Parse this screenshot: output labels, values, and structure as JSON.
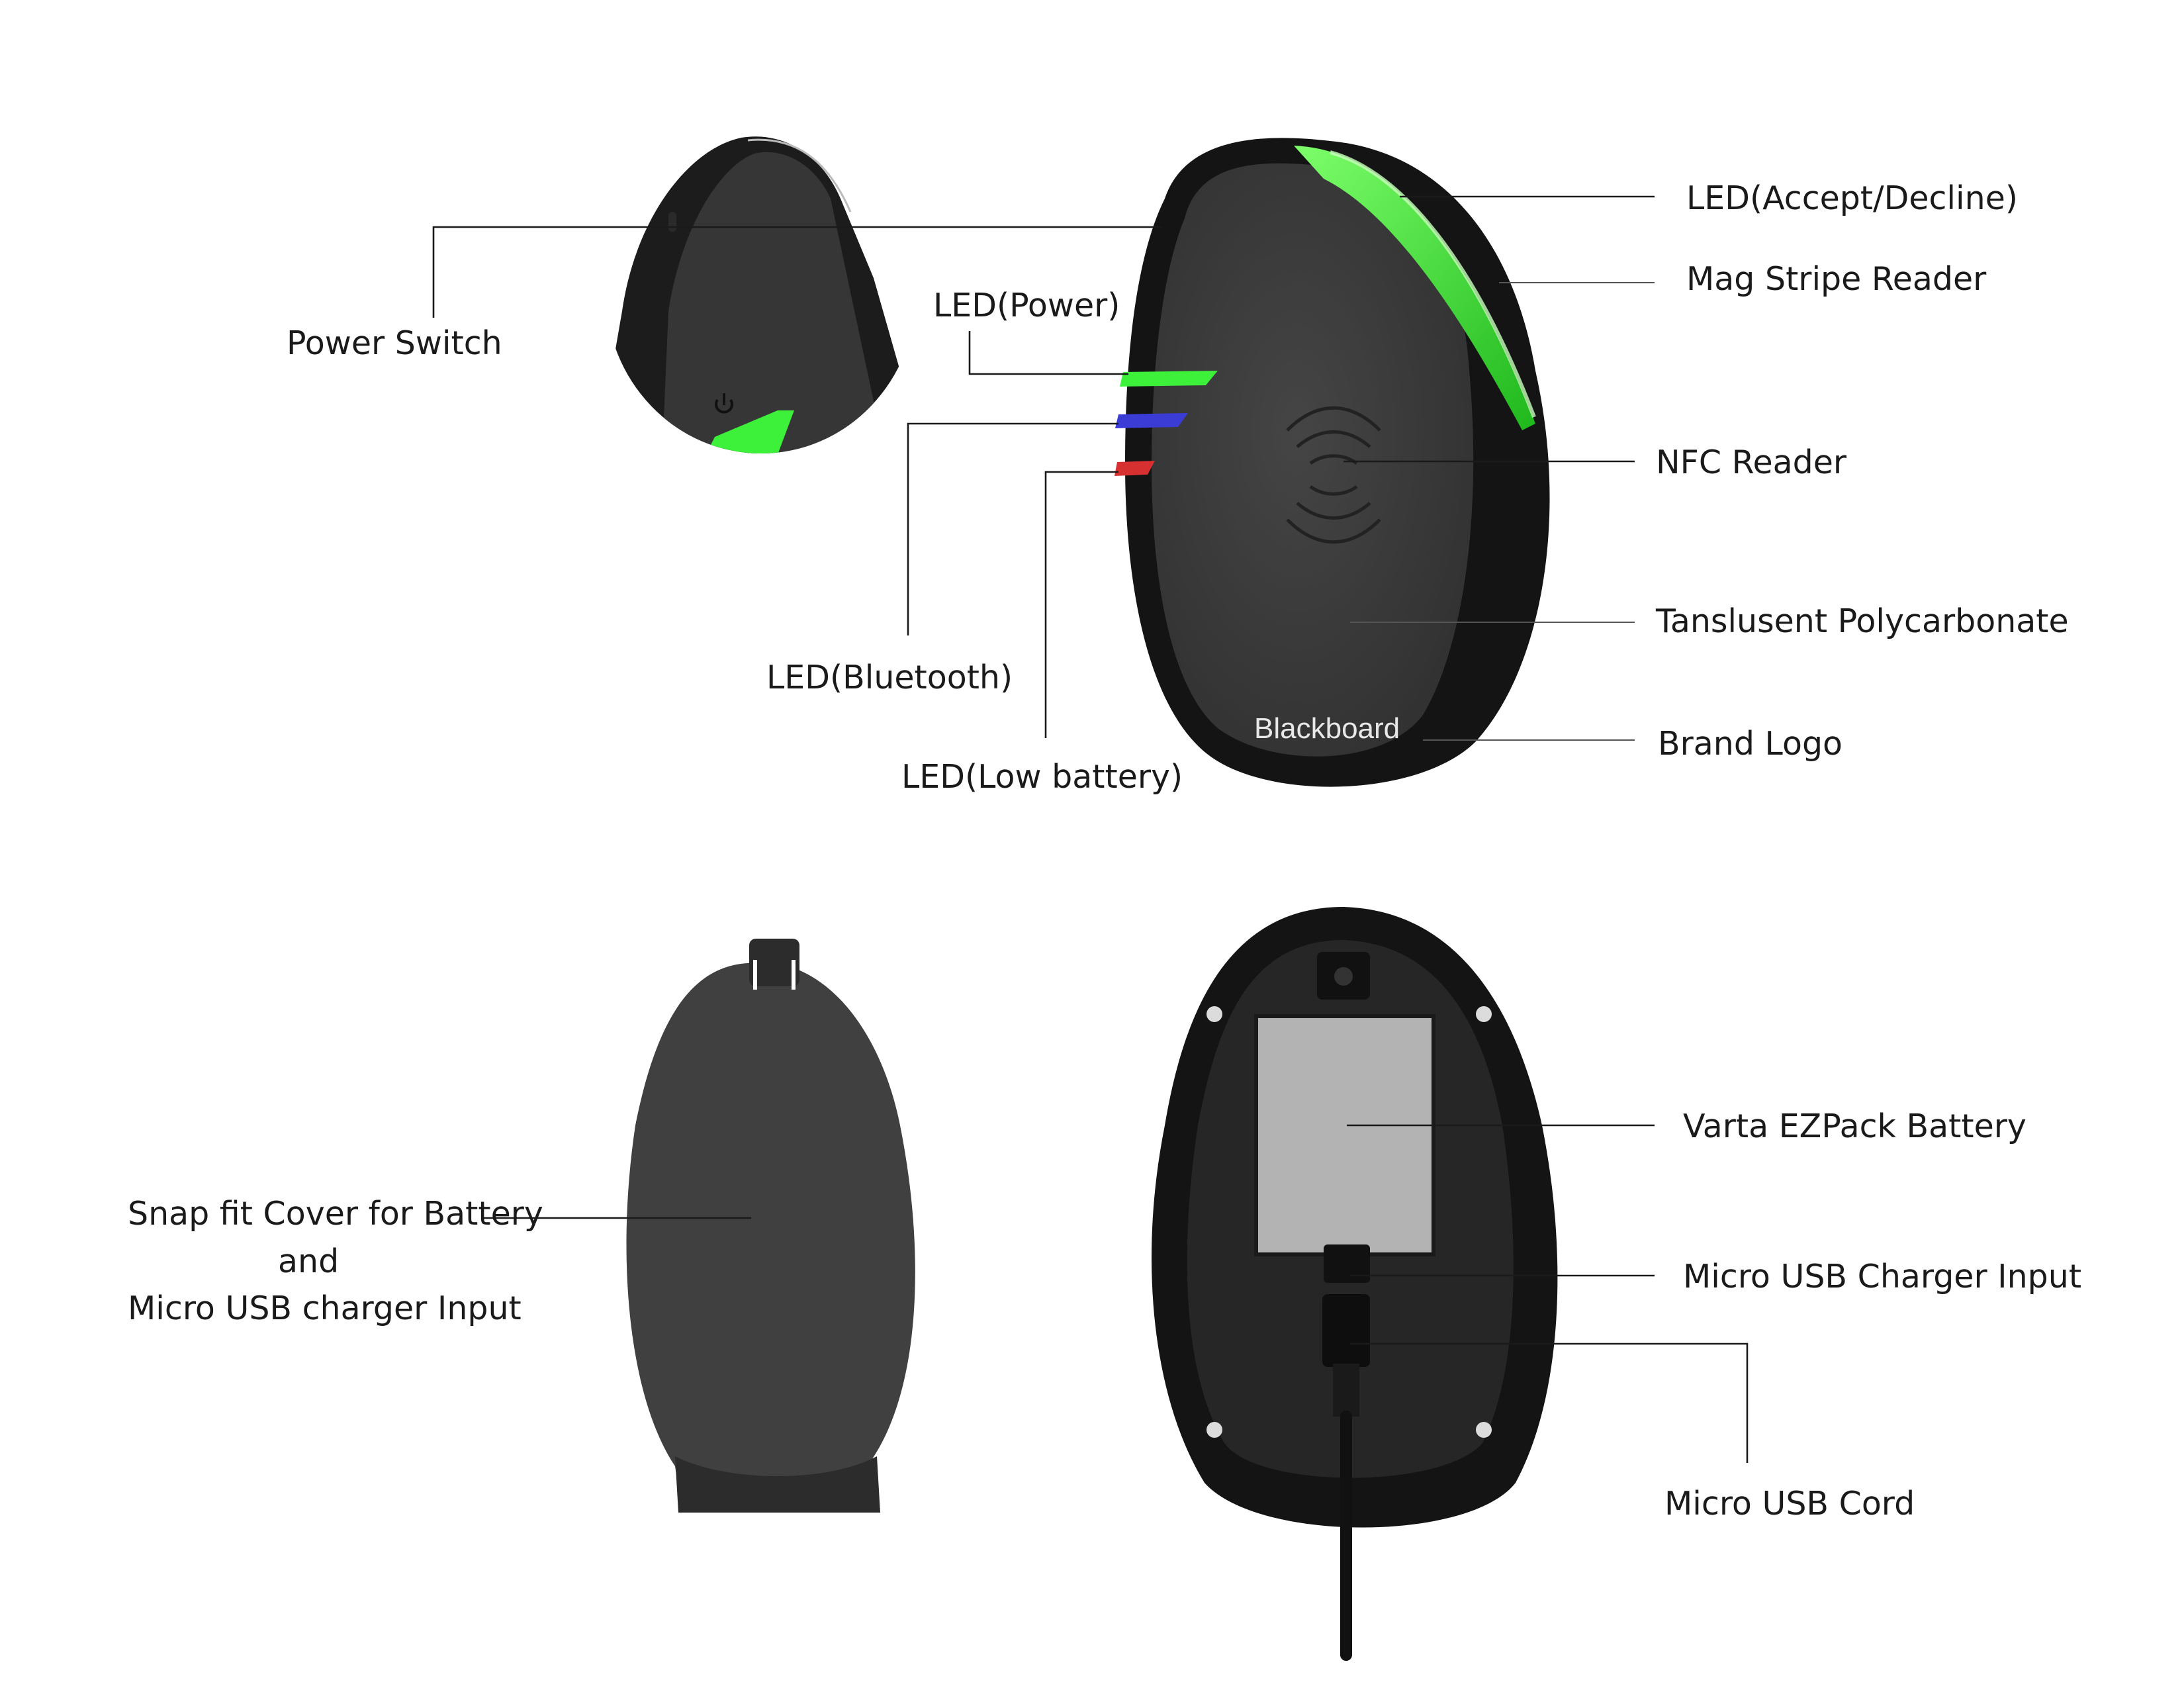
{
  "labels": {
    "power_switch": "Power Switch",
    "led_power": "LED(Power)",
    "led_bluetooth": "LED(Bluetooth)",
    "led_low_battery": "LED(Low battery)",
    "led_accept_decline": "LED(Accept/Decline)",
    "mag_stripe_reader": "Mag Stripe Reader",
    "nfc_reader": "NFC Reader",
    "translucent_polycarbonate": "Tanslusent Polycarbonate",
    "brand_logo": "Brand Logo",
    "snap_fit_cover_line1": "Snap fit Cover for Battery",
    "snap_fit_cover_line2": "and",
    "snap_fit_cover_line3": "Micro USB charger Input",
    "varta_battery": "Varta EZPack Battery",
    "micro_usb_charger_input": "Micro USB Charger Input",
    "micro_usb_cord": "Micro USB Cord"
  },
  "device": {
    "brand_text": "Blackboard"
  },
  "colors": {
    "body": "#141414",
    "face": "#3a3a3a",
    "led_green": "#3df03a",
    "led_blue": "#3b3bd6",
    "led_red": "#d63030",
    "battery": "#b3b3b3",
    "cover": "#404040"
  },
  "icons": [
    "power-icon",
    "nfc-waves-icon"
  ]
}
